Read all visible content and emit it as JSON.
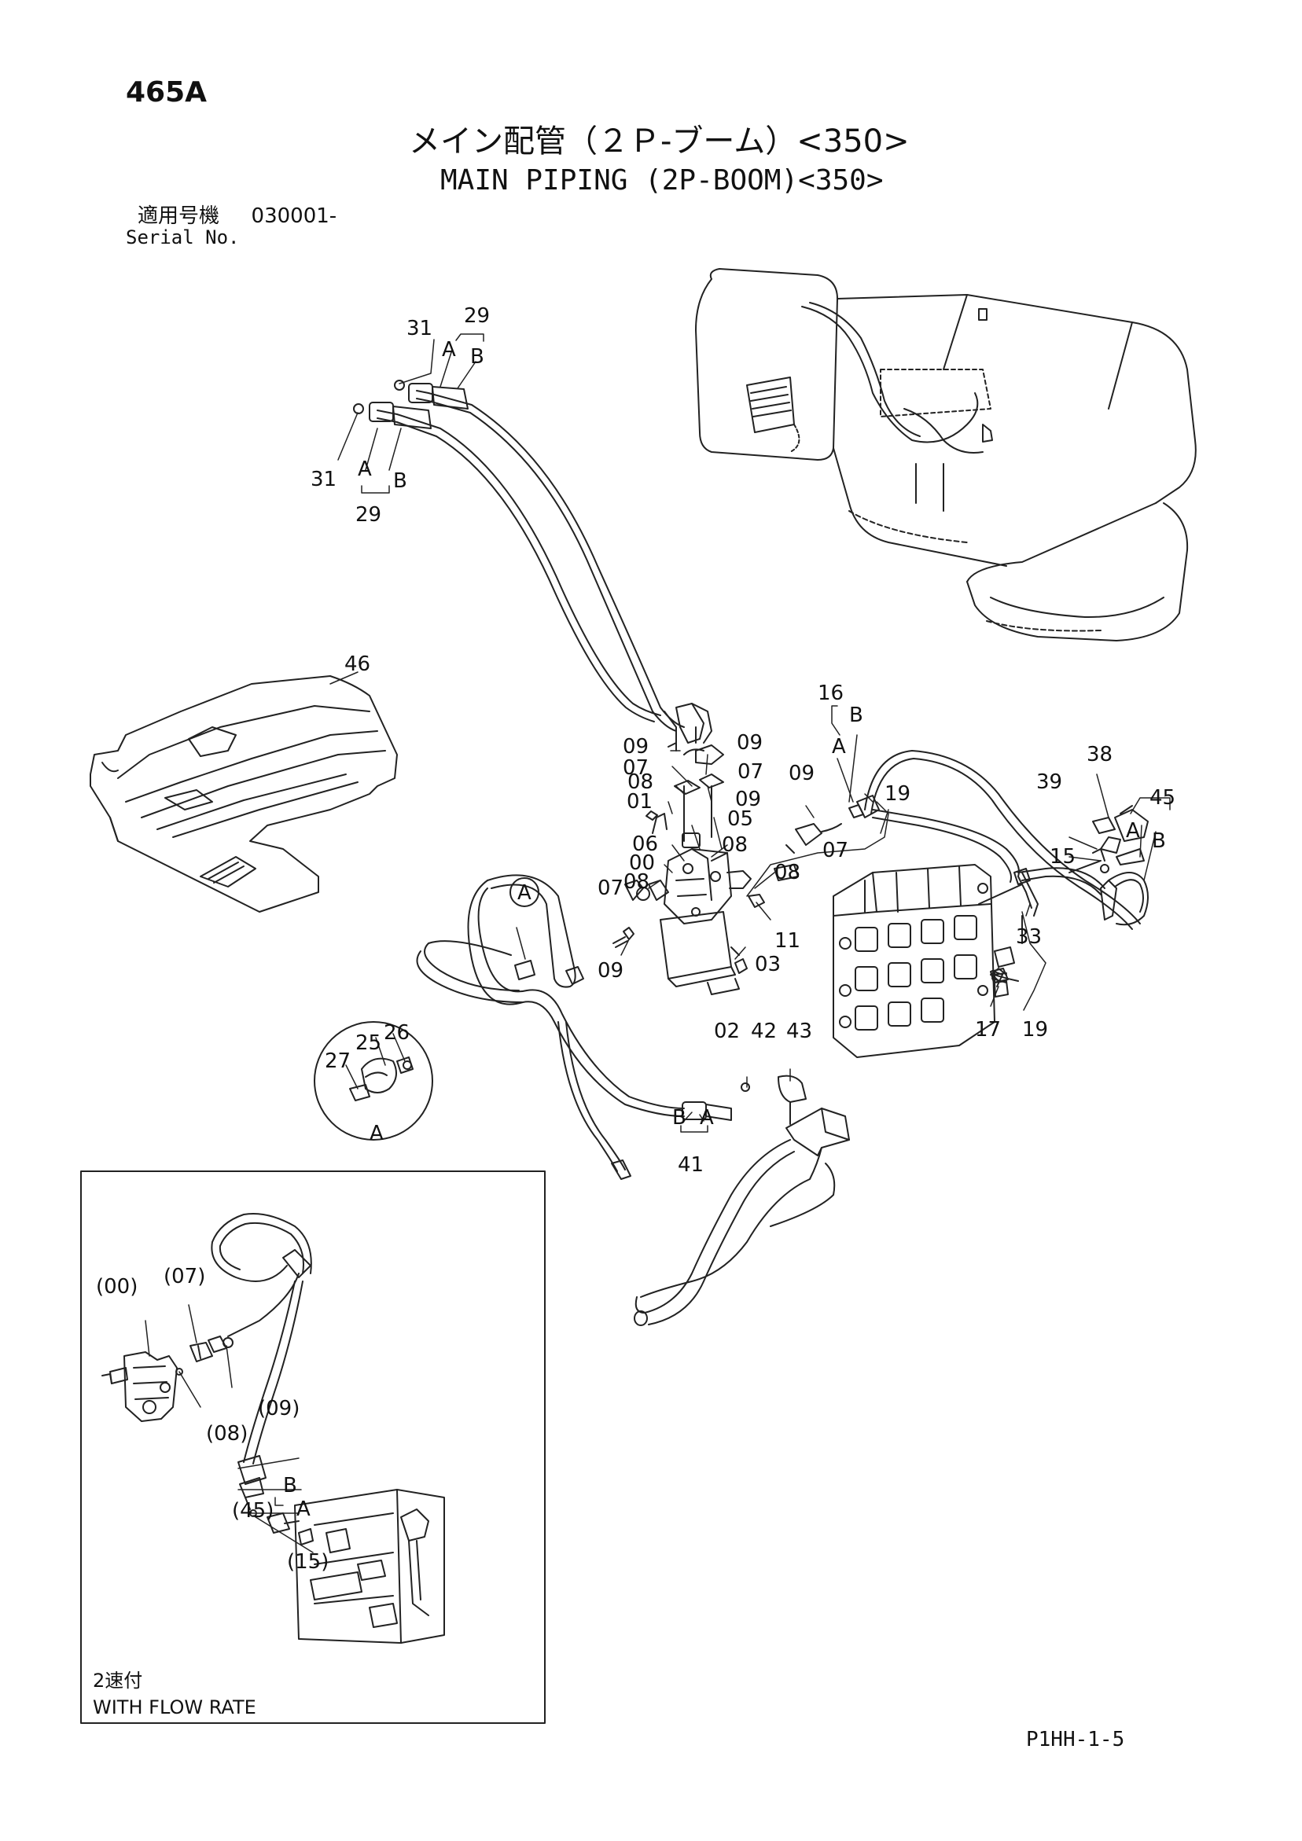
{
  "page_number": "465A",
  "title_jp": "メイン配管（２Ｐ-ブーム）<350>",
  "title_en": "MAIN PIPING (2P-BOOM)<350>",
  "serial_label_jp": "適用号機",
  "serial_value": "030001-",
  "serial_label_en": "Serial No.",
  "footer_code": "P1HH-1-5",
  "inset": {
    "note_jp": "2速付",
    "note_en": "WITH FLOW RATE"
  },
  "callouts": {
    "c29_top": "29",
    "c31_top": "31",
    "cA_top": "A",
    "cB_top": "B",
    "c31_bot": "31",
    "cA_bot": "A",
    "cB_bot": "B",
    "c29_bot": "29",
    "c46": "46",
    "c16": "16",
    "cB16": "B",
    "cA16": "A",
    "c09_a": "09",
    "c09_b": "09",
    "c07_a": "07",
    "c07_b": "07",
    "c08_a": "08",
    "c01": "01",
    "c09_c": "09",
    "c05": "05",
    "c09_d": "09",
    "c19_a": "19",
    "c06": "06",
    "c08_b": "08",
    "c07_c": "07",
    "c00": "00",
    "c08_c": "08",
    "c08_d": "08",
    "c07_d": "07",
    "c11": "11",
    "c03": "03",
    "c09_e": "09",
    "c02": "02",
    "c42": "42",
    "c43": "43",
    "c38": "38",
    "c39": "39",
    "c45": "45",
    "cA45": "A",
    "cB45": "B",
    "c15": "15",
    "c33": "33",
    "c17": "17",
    "c19_b": "19",
    "cA_circle": "A",
    "c25": "25",
    "c26": "26",
    "c27": "27",
    "cA_detail": "A",
    "cB41": "B",
    "cA41": "A",
    "c41": "41",
    "i00": "(00)",
    "i07": "(07)",
    "i08": "(08)",
    "i09": "(09)",
    "iB": "B",
    "i45": "(45)",
    "iA": "A",
    "i15": "(15)"
  }
}
